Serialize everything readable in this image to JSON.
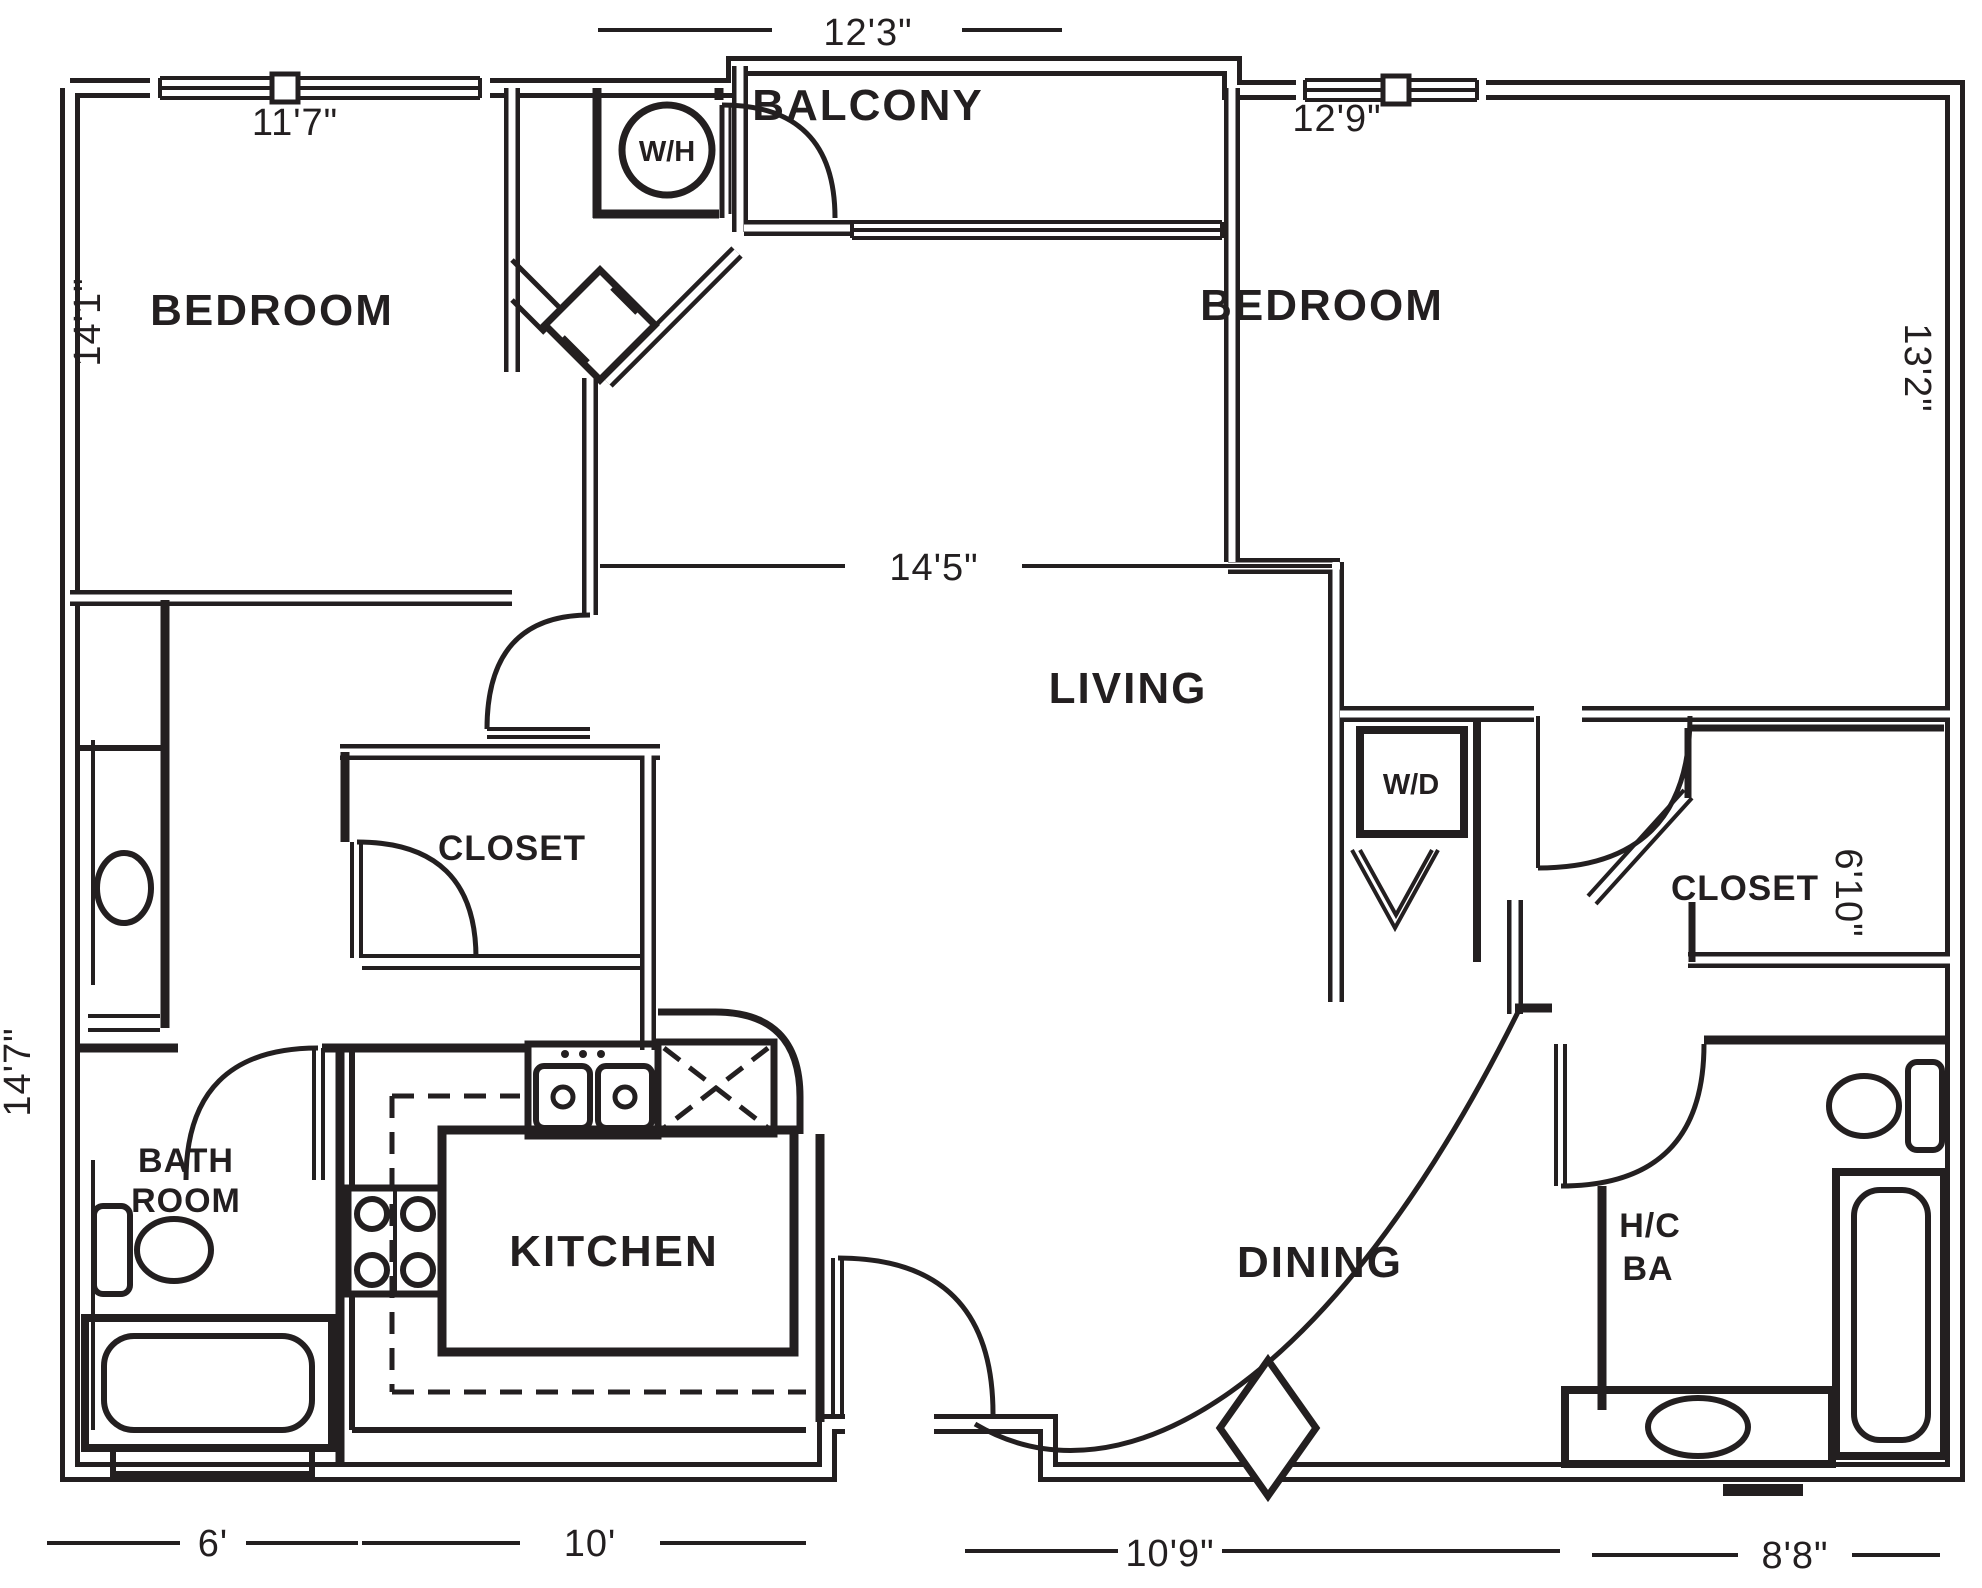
{
  "drawing": {
    "type": "apartment-floor-plan",
    "background_color": "#ffffff",
    "line_color": "#231f20",
    "rooms": {
      "bedroom_left": {
        "label": "BEDROOM",
        "width": "11'7\"",
        "depth": "14'1\""
      },
      "bedroom_right": {
        "label": "BEDROOM",
        "width": "12'9\"",
        "depth": "13'2\""
      },
      "balcony": {
        "label": "BALCONY",
        "width": "12'3\""
      },
      "living": {
        "label": "LIVING",
        "width": "14'5\""
      },
      "dining": {
        "label": "DINING",
        "width": "10'9\""
      },
      "kitchen": {
        "label": "KITCHEN",
        "width": "10'"
      },
      "bathroom": {
        "label_line1": "BATH",
        "label_line2": "ROOM",
        "width": "6'",
        "depth": "14'7\""
      },
      "hc_bath": {
        "label_line1": "H/C",
        "label_line2": "BA",
        "width": "8'8\""
      },
      "closet_left": {
        "label": "CLOSET"
      },
      "closet_right": {
        "label": "CLOSET",
        "depth": "6'10\""
      }
    },
    "appliances": {
      "water_heater": "W/H",
      "washer_dryer": "W/D"
    }
  }
}
